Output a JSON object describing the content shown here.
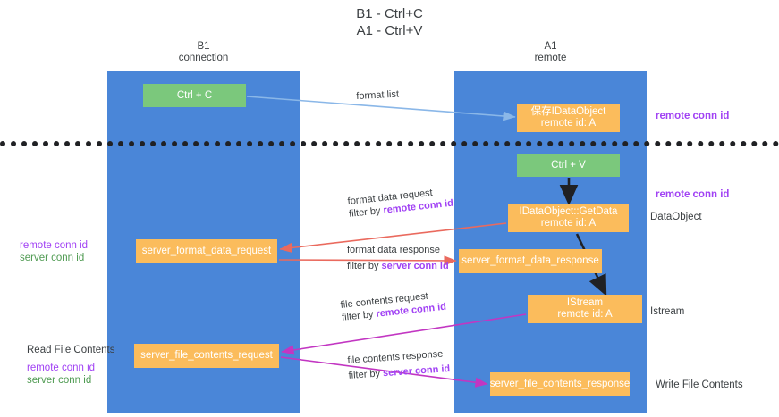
{
  "title": {
    "line1": "B1 - Ctrl+C",
    "line2": "A1 - Ctrl+V"
  },
  "columns": [
    {
      "name": "B1",
      "sub": "connection"
    },
    {
      "name": "A1",
      "sub": "remote"
    }
  ],
  "boxes": {
    "ctrl_c": "Ctrl + C",
    "idataobject_l1": "保存IDataObject",
    "idataobject_l2": "remote id: A",
    "ctrl_v": "Ctrl + V",
    "getdata_l1": "IDataObject::GetData",
    "getdata_l2": "remote id: A",
    "server_format_data_request": "server_format_data_request",
    "server_format_data_response": "server_format_data_response",
    "istream_l1": "IStream",
    "istream_l2": "remote id: A",
    "server_file_contents_request": "server_file_contents_request",
    "server_file_contents_response": "server_file_contents_response"
  },
  "edge_labels": {
    "format_list": "format list",
    "format_data_request": "format data request",
    "format_data_request_filter_prefix": "filter by ",
    "format_data_request_filter_key": "remote conn id",
    "format_data_response": "format data response",
    "format_data_response_filter_prefix": "filter by ",
    "format_data_response_filter_key": "server conn id",
    "file_contents_request": "file contents request",
    "file_contents_request_filter_prefix": "filter by ",
    "file_contents_request_filter_key": "remote conn id",
    "file_contents_response": "file contents response",
    "file_contents_response_filter_prefix": "filter by ",
    "file_contents_response_filter_key": "server conn id"
  },
  "annotations": {
    "right_remote_conn_id_top": "remote conn id",
    "right_remote_conn_id_mid": "remote conn id",
    "right_dataobject": "DataObject",
    "right_istream": "Istream",
    "right_write_file_contents": "Write File Contents",
    "left_remote_conn_id_mid": "remote conn id",
    "left_server_conn_id_mid": "server conn id",
    "left_read_file_contents": "Read File Contents",
    "left_remote_conn_id_bottom": "remote conn id",
    "left_server_conn_id_bottom": "server conn id"
  },
  "colors": {
    "lane": "#4a86d8",
    "box_orange": "#fbbc5c",
    "box_green": "#7bc87c",
    "accent_purple": "#a142f4",
    "accent_green": "#4e9a51",
    "arrow_lightblue": "#8ab7e8",
    "arrow_red": "#ea6a5e",
    "arrow_magenta": "#c236c2",
    "arrow_black": "#202124",
    "separator": "#202124"
  }
}
